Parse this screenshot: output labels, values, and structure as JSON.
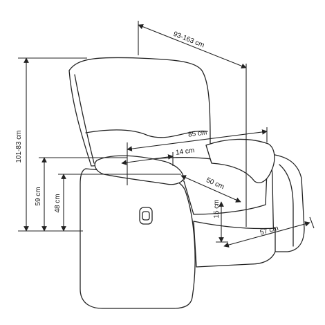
{
  "dimensions": {
    "depth_reclined": "93-163 cm",
    "height_total": "101-83 cm",
    "seat_width": "85 cm",
    "armrest_width": "14 cm",
    "armrest_height": "59 cm",
    "seat_height": "48 cm",
    "seat_depth": "50 cm",
    "seat_thickness": "15 cm",
    "side_depth": "57 cm"
  },
  "colors": {
    "line": "#222222",
    "background": "#ffffff"
  }
}
